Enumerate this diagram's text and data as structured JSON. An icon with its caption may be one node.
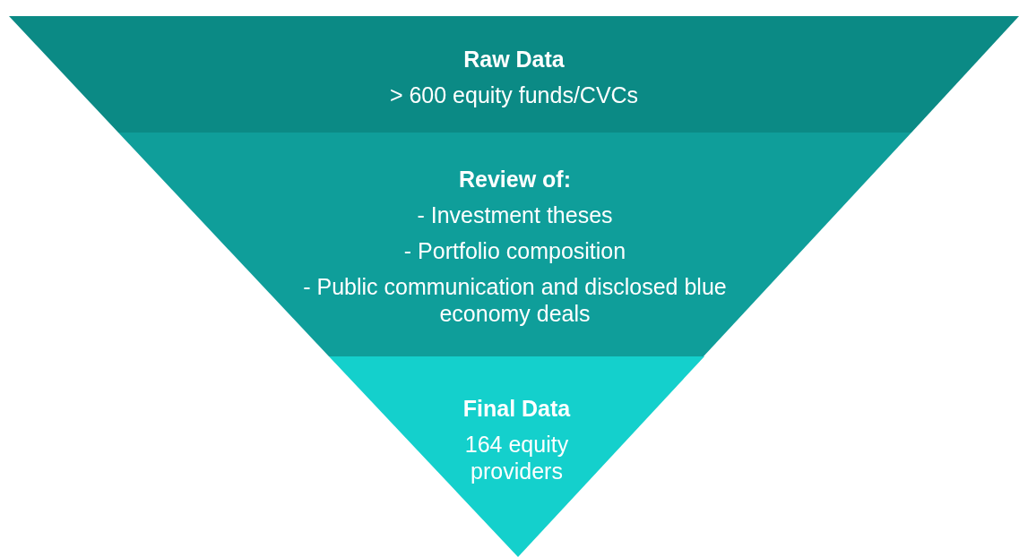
{
  "diagram": {
    "nodes": [
      {
        "text": [
          "Raw Data",
          "> 600 equity funds/CVCs"
        ]
      },
      {
        "text": [
          "Review of:",
          "- Investment theses",
          "- Portfolio composition",
          "- Public communication and disclosed blue economy deals"
        ]
      },
      {
        "text": [
          "Final Data",
          "164 equity providers"
        ]
      }
    ]
  }
}
